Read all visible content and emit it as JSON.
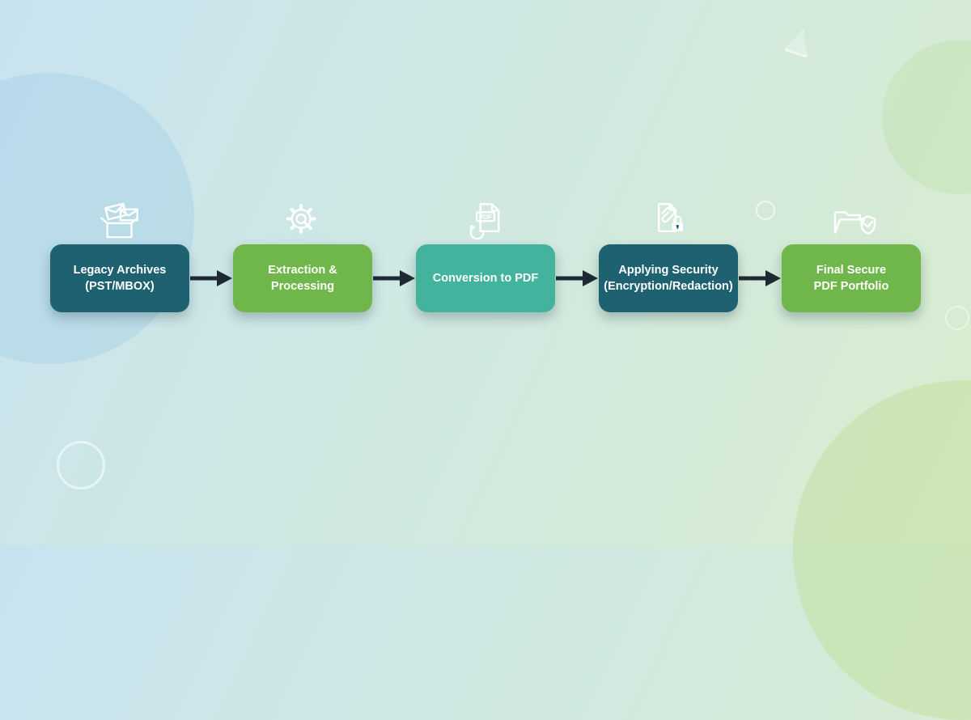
{
  "colors": {
    "arrow": "#1d2a33",
    "box_dark_teal": "#1e6272",
    "box_green": "#6fb74a",
    "box_teal": "#42b39c"
  },
  "steps": [
    {
      "line1": "Legacy Archives",
      "line2": "(PST/MBOX)",
      "color": "#1e6272",
      "icon": "mail-archive-icon"
    },
    {
      "line1": "Extraction &",
      "line2": "Processing",
      "color": "#6fb74a",
      "icon": "gear-search-icon"
    },
    {
      "line1": "Conversion to PDF",
      "line2": "",
      "color": "#42b39c",
      "icon": "pdf-document-icon"
    },
    {
      "line1": "Applying Security",
      "line2": "(Encryption/Redaction)",
      "color": "#1e6272",
      "icon": "document-lock-icon"
    },
    {
      "line1": "Final Secure",
      "line2": "PDF Portfolio",
      "color": "#6fb74a",
      "icon": "folder-shield-icon"
    }
  ]
}
